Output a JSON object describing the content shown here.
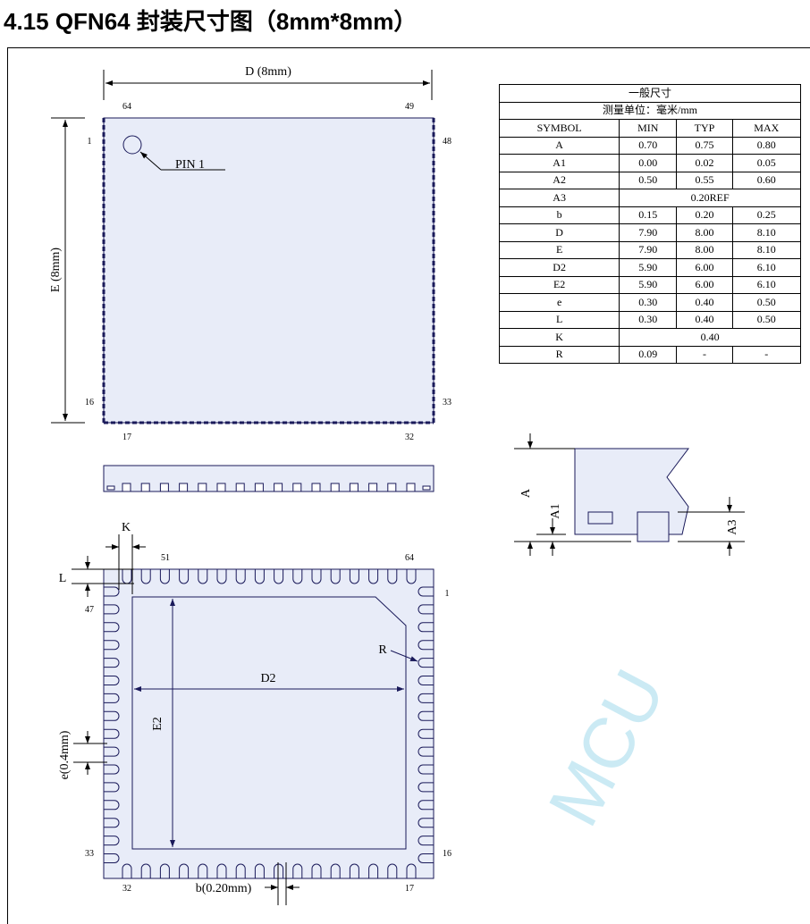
{
  "title": "4.15 QFN64 封装尺寸图（8mm*8mm）",
  "watermark": "MCU",
  "top_view": {
    "d_label": "D (8mm)",
    "e_label": "E (8mm)",
    "pin1_label": "PIN 1",
    "pins": {
      "tl_top": "64",
      "tr_top": "49",
      "tl_side": "1",
      "tr_side": "48",
      "bl_side": "16",
      "br_side": "33",
      "bl_bottom": "17",
      "br_bottom": "32"
    }
  },
  "bottom_view": {
    "k_label": "K",
    "l_label": "L",
    "d2_label": "D2",
    "e2_label": "E2",
    "r_label": "R",
    "e_label": "e(0.4mm)",
    "b_label": "b(0.20mm)",
    "pins": {
      "top_left": "51",
      "top_right": "64",
      "right_top": "1",
      "left_top": "47",
      "left_bottom": "33",
      "right_bottom": "16",
      "bottom_left": "32",
      "bottom_right": "17"
    }
  },
  "side_detail": {
    "a": "A",
    "a1": "A1",
    "a3": "A3"
  },
  "table": {
    "title": "一般尺寸",
    "unit": "测量单位：毫米/mm",
    "headers": [
      "SYMBOL",
      "MIN",
      "TYP",
      "MAX"
    ],
    "rows": [
      [
        "A",
        "0.70",
        "0.75",
        "0.80"
      ],
      [
        "A1",
        "0.00",
        "0.02",
        "0.05"
      ],
      [
        "A2",
        "0.50",
        "0.55",
        "0.60"
      ],
      [
        "A3",
        "0.20REF"
      ],
      [
        "b",
        "0.15",
        "0.20",
        "0.25"
      ],
      [
        "D",
        "7.90",
        "8.00",
        "8.10"
      ],
      [
        "E",
        "7.90",
        "8.00",
        "8.10"
      ],
      [
        "D2",
        "5.90",
        "6.00",
        "6.10"
      ],
      [
        "E2",
        "5.90",
        "6.00",
        "6.10"
      ],
      [
        "e",
        "0.30",
        "0.40",
        "0.50"
      ],
      [
        "L",
        "0.30",
        "0.40",
        "0.50"
      ],
      [
        "K",
        "0.40"
      ],
      [
        "R",
        "0.09",
        "-",
        "-"
      ]
    ]
  }
}
